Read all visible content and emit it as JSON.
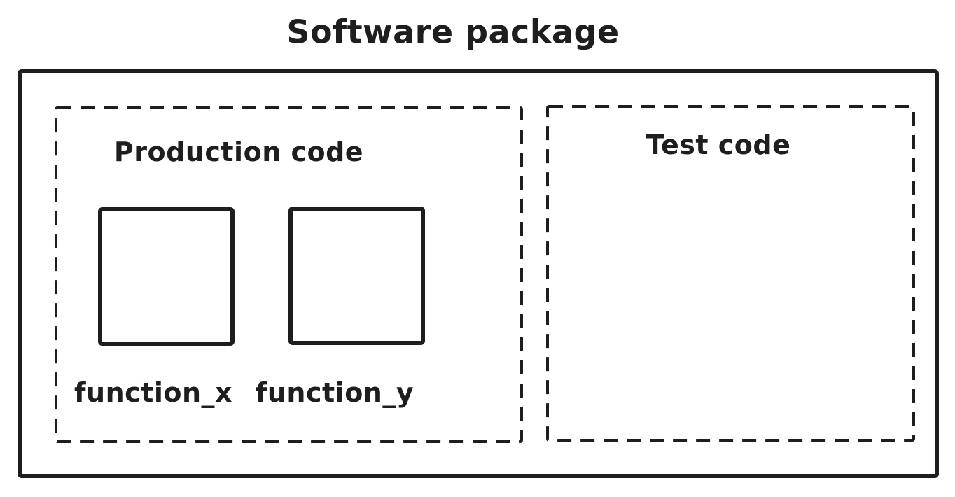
{
  "title": "Software package",
  "production": {
    "label": "Production code",
    "functions": [
      {
        "label": "function_x"
      },
      {
        "label": "function_y"
      }
    ]
  },
  "test": {
    "label": "Test code"
  },
  "colors": {
    "stroke": "#1e1e1e",
    "background": "#ffffff"
  }
}
